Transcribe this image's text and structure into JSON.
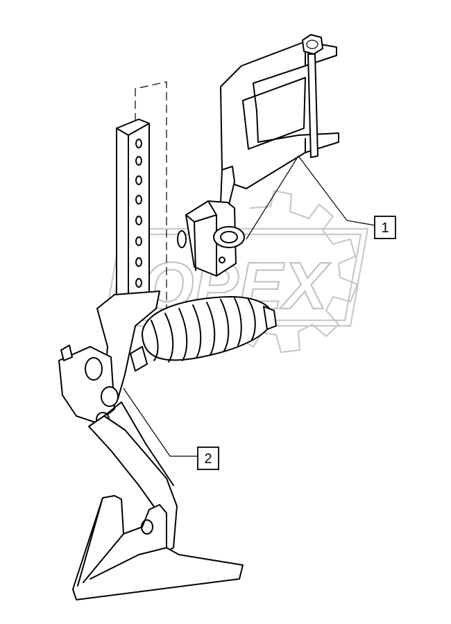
{
  "figure": {
    "watermark": {
      "text": "OPEX"
    },
    "callouts": [
      {
        "label": "1",
        "part": "frame-clamp-bracket"
      },
      {
        "label": "2",
        "part": "spring-tine-arm"
      }
    ],
    "parts": {
      "clamp_bracket": "frame-clamp-bracket",
      "standard_bar": "perforated-standard-bar",
      "spring": "compression-spring",
      "tine": "spring-tine-arm",
      "share": "sweep-share"
    },
    "colors": {
      "line": "#000000",
      "watermark": "#c4c4c4",
      "background": "#ffffff"
    }
  }
}
